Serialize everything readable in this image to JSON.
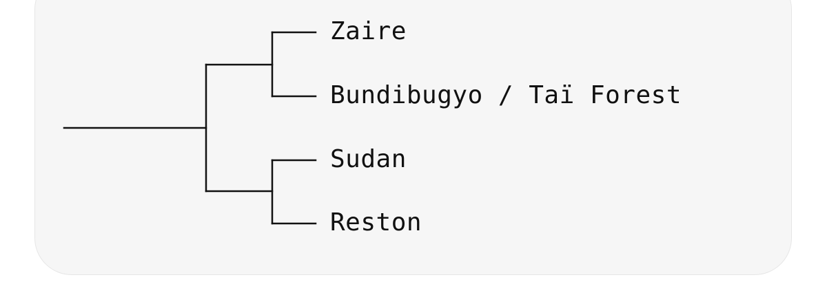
{
  "tree": {
    "leaves": [
      {
        "label": "Zaire"
      },
      {
        "label": "Bundibugyo / Taï Forest"
      },
      {
        "label": "Sudan"
      },
      {
        "label": "Reston"
      }
    ]
  }
}
